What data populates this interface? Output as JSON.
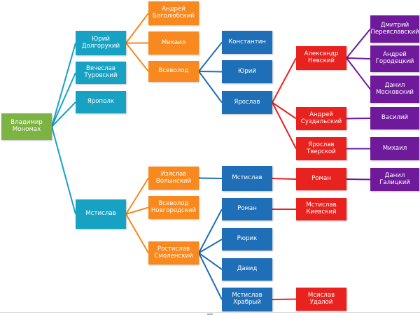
{
  "colors": {
    "root": "#7cb342",
    "generation_1": "#17a2c4",
    "generation_2": "#f7891f",
    "generation_3": "#1e6fb8",
    "generation_4": "#e8231f",
    "generation_5": "#6e1a9a"
  },
  "nodes": {
    "vladimir": "Владимир\nМономах",
    "yuri_d": "Юрий\nДолгорукий",
    "vyacheslav": "Вячеслав\nТуровский",
    "yaropolk": "Ярополк",
    "mstislav": "Мстислав",
    "andrei_b": "Андрей\nБоголюбский",
    "mikhail_1": "Михаил",
    "vsevolod": "Всеволод",
    "izyaslav": "Изяслав\nВолынский",
    "vsevolod_n": "Всеволод\nНовгородский",
    "rostislav": "Ростислав\nСмоленский",
    "konstantin": "Константин",
    "yuri": "Юрий",
    "yaroslav": "Ярослав",
    "mstislav_2": "Мстислав",
    "roman": "Роман",
    "ryurik": "Рюрик",
    "david": "Давид",
    "mstislav_h": "Мстислав\nХрабрый",
    "alexander": "Александр\nНевский",
    "andrei_s": "Андрей\nСуздальский",
    "yaroslav_t": "Ярослав\nТверской",
    "roman_2": "Роман",
    "mstislav_k": "Мстислав\nКиевский",
    "mstislav_u": "Мсислав\nУдалой",
    "dmitry": "Дмитрий\nПереяславский",
    "andrei_g": "Андрей\nГородецкий",
    "danil_m": "Данил\nМосковский",
    "vasily": "Василий",
    "mikhail_2": "Михаил",
    "danil_g": "Данил\nГалицкий"
  }
}
